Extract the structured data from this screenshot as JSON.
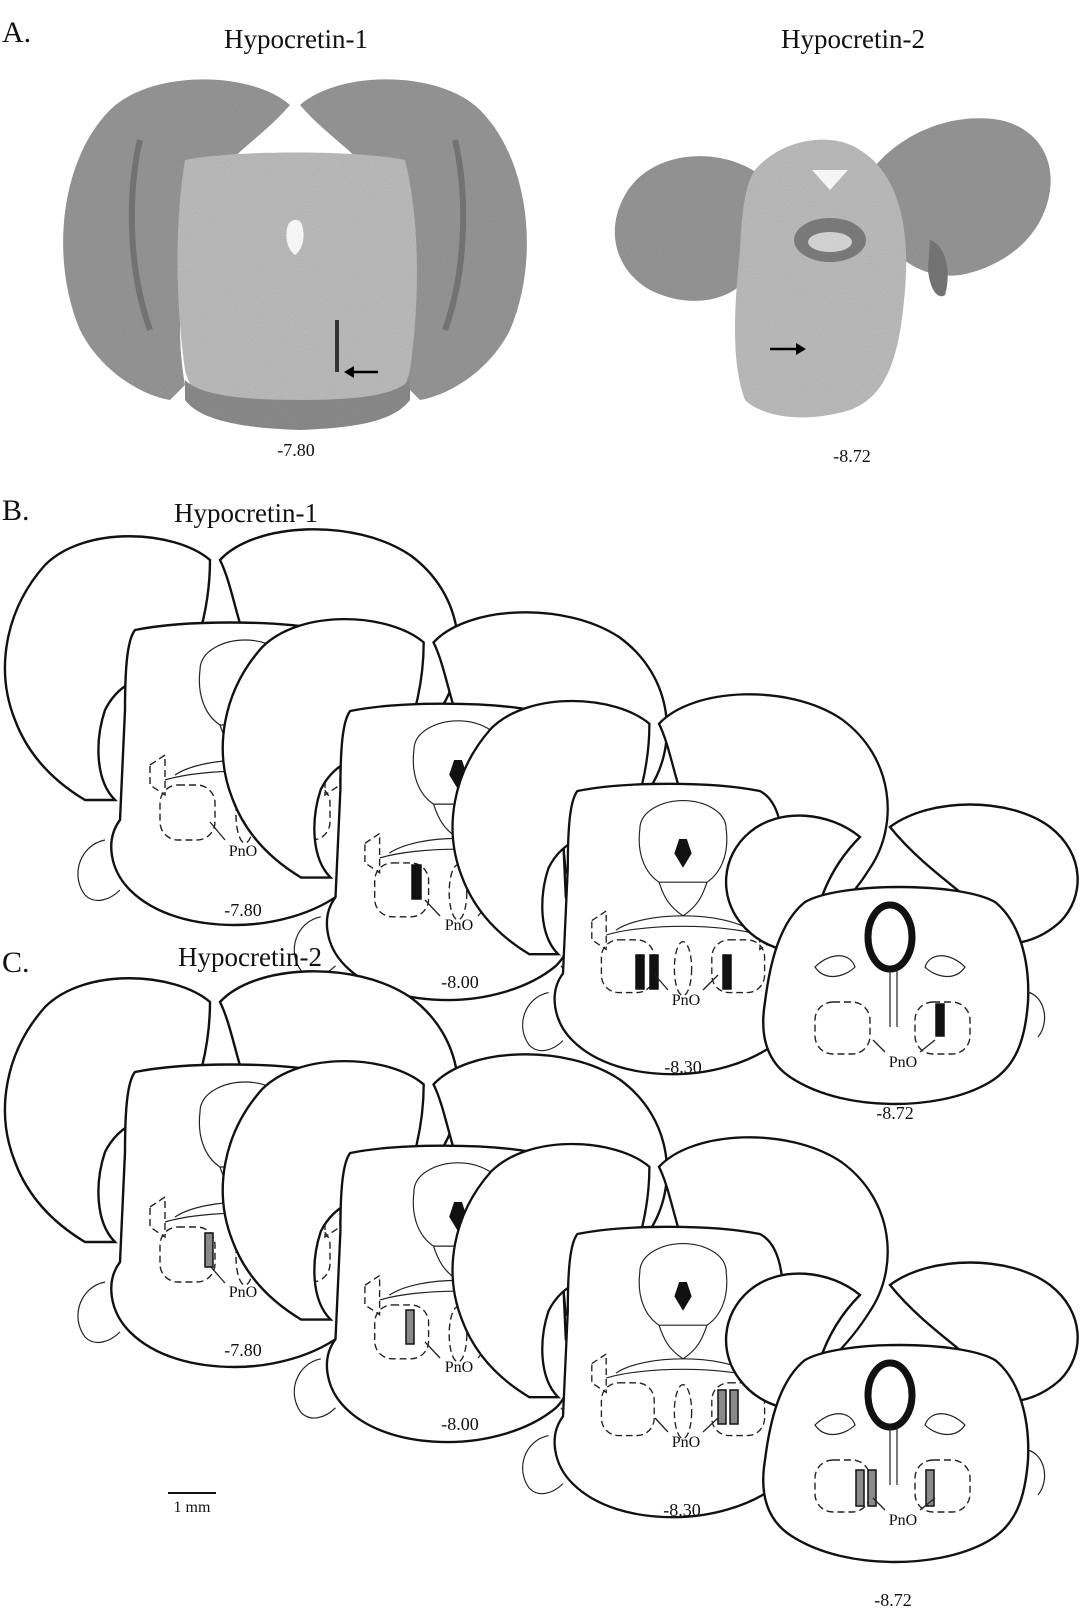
{
  "panel_a": {
    "letter": "A.",
    "sections": [
      {
        "title": "Hypocretin-1",
        "coordinate": "-7.80"
      },
      {
        "title": "Hypocretin-2",
        "coordinate": "-8.72"
      }
    ]
  },
  "panel_b": {
    "letter": "B.",
    "title": "Hypocretin-1",
    "sections": [
      {
        "coordinate": "-7.80",
        "region": "PnO"
      },
      {
        "coordinate": "-8.00",
        "region": "PnO"
      },
      {
        "coordinate": "-8.30",
        "region": "PnO"
      },
      {
        "coordinate": "-8.72",
        "region": "PnO"
      }
    ]
  },
  "panel_c": {
    "letter": "C.",
    "title": "Hypocretin-2",
    "sections": [
      {
        "coordinate": "-7.80",
        "region": "PnO"
      },
      {
        "coordinate": "-8.00",
        "region": "PnO"
      },
      {
        "coordinate": "-8.30",
        "region": "PnO"
      },
      {
        "coordinate": "-8.72",
        "region": "PnO"
      }
    ]
  },
  "scale_bar": {
    "label": "1 mm"
  },
  "colors": {
    "hypocretin_1_sites": "#111111",
    "hypocretin_2_sites": "#8a8a8a",
    "tissue_stain": "#9a9a9a"
  }
}
